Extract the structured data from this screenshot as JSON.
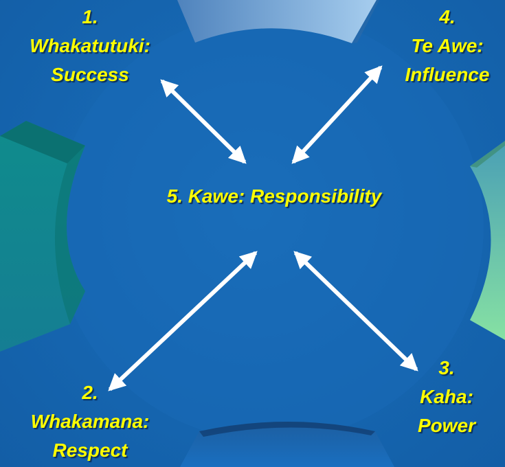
{
  "diagram": {
    "center": {
      "text": "5. Kawe: Responsibility"
    },
    "nodes": {
      "success": {
        "number": "1.",
        "maori": "Whakatutuki:",
        "english": "Success"
      },
      "respect": {
        "number": "2.",
        "maori": "Whakamana:",
        "english": "Respect"
      },
      "power": {
        "number": "3.",
        "maori": "Kaha:",
        "english": "Power"
      },
      "influence": {
        "number": "4.",
        "maori": "Te Awe:",
        "english": "Influence"
      }
    }
  },
  "colors": {
    "background": "#1565ad",
    "text": "#ffff00",
    "arrow": "#ffffff"
  }
}
